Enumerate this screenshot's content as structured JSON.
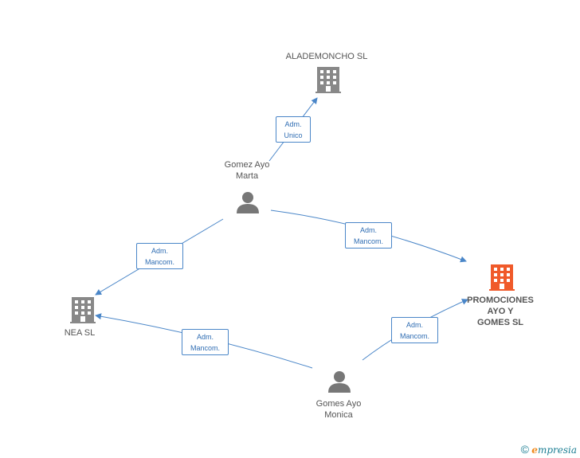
{
  "nodes": {
    "alademoncho": {
      "label": "ALADEMONCHO SL"
    },
    "marta": {
      "label_line1": "Gomez Ayo",
      "label_line2": "Marta"
    },
    "nea": {
      "label": "NEA SL"
    },
    "promociones": {
      "label_line1": "PROMOCIONES",
      "label_line2": "AYO Y",
      "label_line3": "GOMES SL"
    },
    "monica": {
      "label_line1": "Gomes Ayo",
      "label_line2": "Monica"
    }
  },
  "edges": {
    "marta_alademoncho": {
      "line1": "Adm.",
      "line2": "Unico"
    },
    "marta_nea": {
      "line1": "Adm.",
      "line2": "Mancom."
    },
    "marta_promociones": {
      "line1": "Adm.",
      "line2": "Mancom."
    },
    "monica_nea": {
      "line1": "Adm.",
      "line2": "Mancom."
    },
    "monica_promociones": {
      "line1": "Adm.",
      "line2": "Mancom."
    }
  },
  "colors": {
    "edge": "#4a86c8",
    "company": "#888888",
    "highlight": "#f05a2a",
    "person": "#777777"
  },
  "brand": {
    "copyright": "©",
    "e": "e",
    "rest": "mpresia"
  }
}
